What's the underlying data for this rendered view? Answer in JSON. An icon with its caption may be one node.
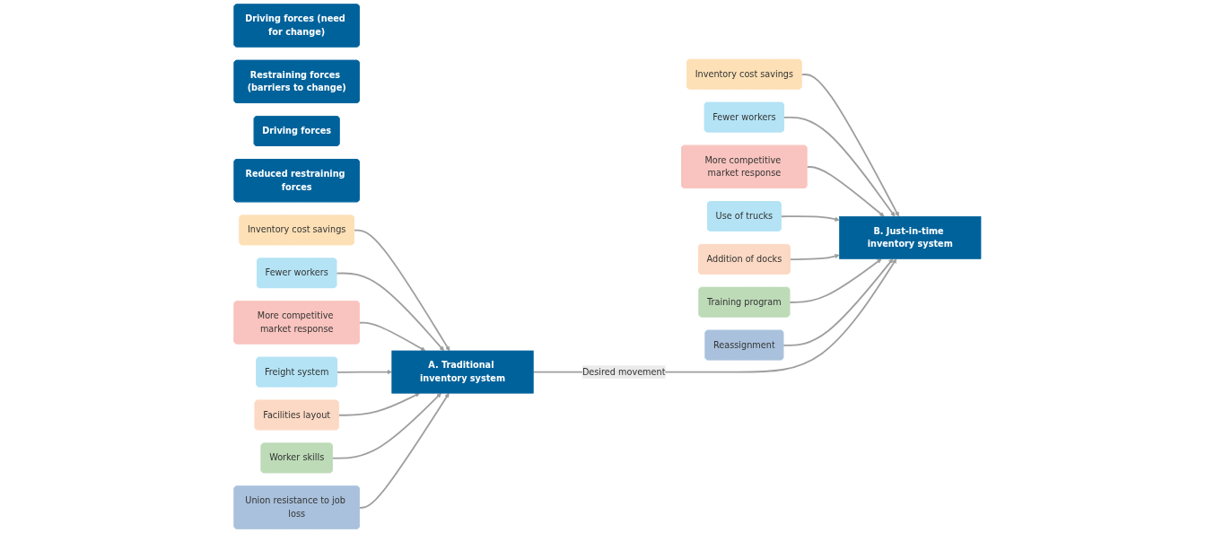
{
  "diagram": {
    "nodes": [
      {
        "text": [
          "Driving forces (need for change)"
        ]
      },
      {
        "text": [
          "Restraining forces (barriers to change)"
        ]
      },
      {
        "text": [
          "Driving forces"
        ]
      },
      {
        "text": [
          "Reduced restraining forces"
        ]
      },
      {
        "text": [
          "Inventory cost savings"
        ]
      },
      {
        "text": [
          "Fewer workers"
        ]
      },
      {
        "text": [
          "More competitive market response"
        ]
      },
      {
        "text": [
          "A. Traditional inventory system"
        ]
      },
      {
        "text": [
          "Freight system"
        ]
      },
      {
        "text": [
          "Facilities layout"
        ]
      },
      {
        "text": [
          "Worker skills"
        ]
      },
      {
        "text": [
          "Union resistance to job loss"
        ]
      },
      {
        "text": [
          "Inventory cost savings"
        ]
      },
      {
        "text": [
          "Fewer workers"
        ]
      },
      {
        "text": [
          "More competitive market response"
        ]
      },
      {
        "text": [
          "B. Just-in-time inventory system"
        ]
      },
      {
        "text": [
          "Use of trucks"
        ]
      },
      {
        "text": [
          "Addition of docks"
        ]
      },
      {
        "text": [
          "Training program"
        ]
      },
      {
        "text": [
          "Reassignment"
        ]
      }
    ],
    "edges": [
      {
        "from": 4,
        "to": 7,
        "arrow": "to"
      },
      {
        "from": 5,
        "to": 7,
        "arrow": "to"
      },
      {
        "from": 6,
        "to": 7,
        "arrow": "to"
      },
      {
        "from": 8,
        "to": 7,
        "arrow": "to"
      },
      {
        "from": 9,
        "to": 7,
        "arrow": "to"
      },
      {
        "from": 10,
        "to": 7,
        "arrow": "to"
      },
      {
        "from": 11,
        "to": 7,
        "arrow": "to"
      },
      {
        "from": 12,
        "to": 15,
        "arrow": "to"
      },
      {
        "from": 13,
        "to": 15,
        "arrow": "to"
      },
      {
        "from": 14,
        "to": 15,
        "arrow": "to"
      },
      {
        "from": 16,
        "to": 15,
        "arrow": "to"
      },
      {
        "from": 17,
        "to": 15,
        "arrow": "to"
      },
      {
        "from": 18,
        "to": 15,
        "arrow": "to"
      },
      {
        "from": 19,
        "to": 15,
        "arrow": "to"
      },
      {
        "from": 7,
        "to": 15,
        "label": "Desired movement",
        "arrow": "to"
      }
    ]
  }
}
